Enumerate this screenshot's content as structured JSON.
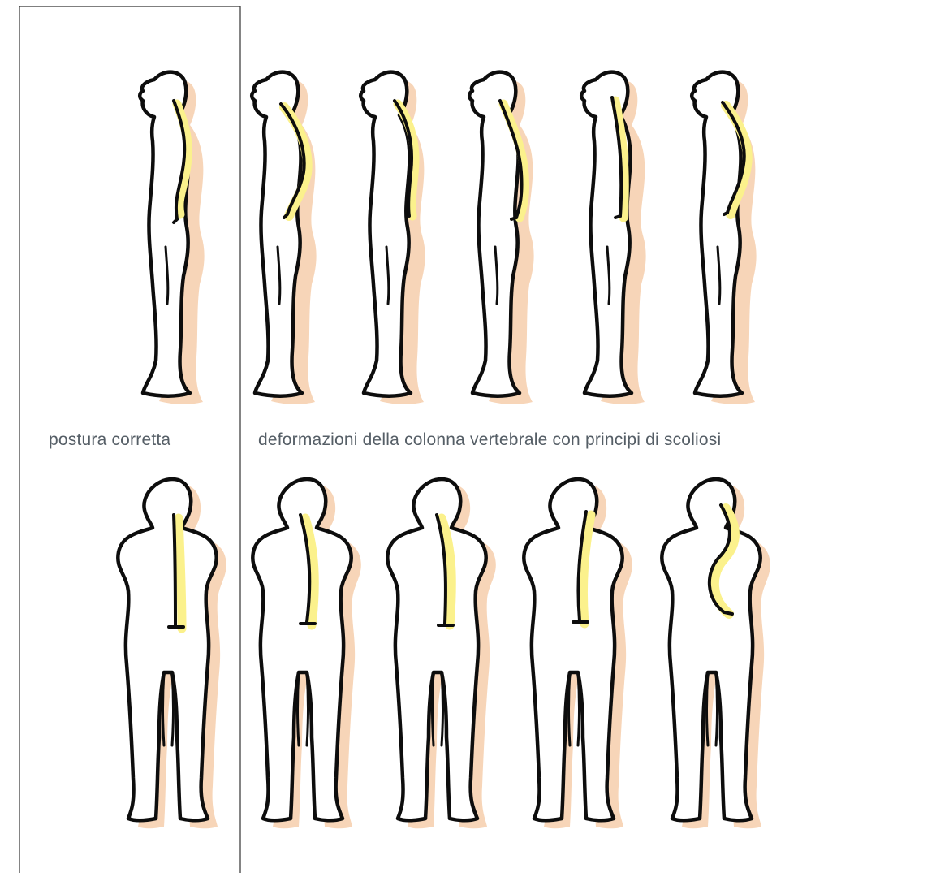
{
  "captions": {
    "correct_posture": "postura corretta",
    "deformations": "deformazioni della colonna vertebrale con principi di scoliosi"
  },
  "colors": {
    "outline": "#0d0d0d",
    "skin_shadow": "#f7d5b8",
    "spine": "#fbf18c",
    "frame": "#333333",
    "caption": "#555e66"
  },
  "groups": [
    {
      "caption": "postura corretta",
      "side_views": 1,
      "back_views": 1
    },
    {
      "caption": "deformazioni della colonna vertebrale con principi di scoliosi",
      "side_views": 5,
      "back_views": 4
    }
  ]
}
